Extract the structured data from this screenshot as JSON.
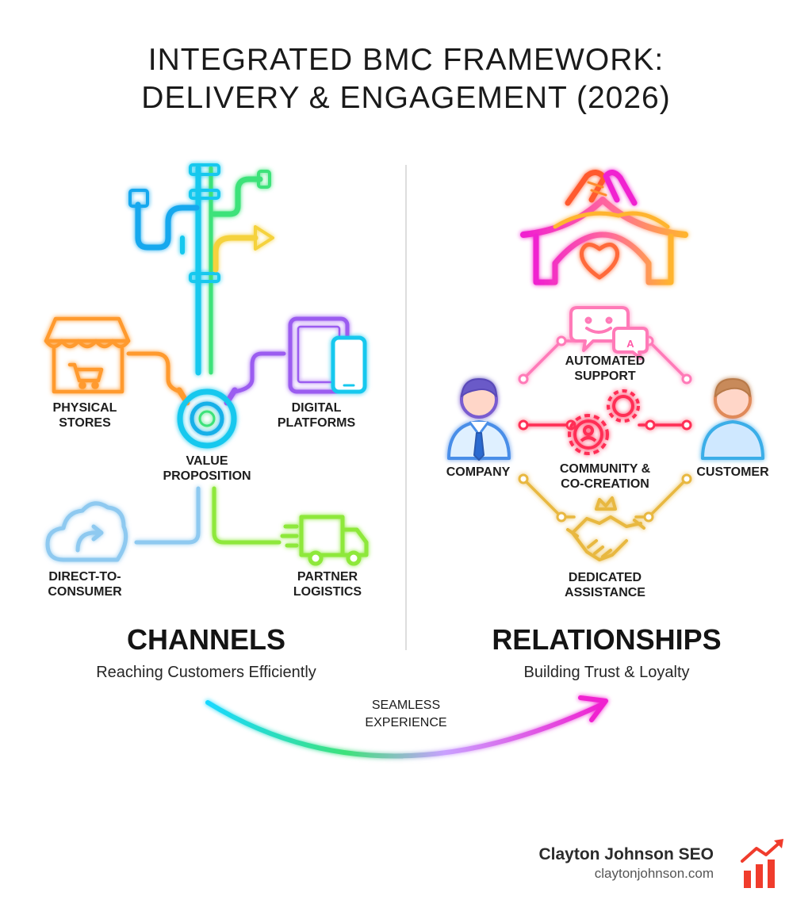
{
  "title": {
    "line1": "INTEGRATED BMC FRAMEWORK:",
    "line2": "DELIVERY & ENGAGEMENT (2026)"
  },
  "channels": {
    "heading": "CHANNELS",
    "subtitle": "Reaching Customers Efficiently",
    "hub": {
      "line1": "VALUE",
      "line2": "PROPOSITION"
    },
    "physical_stores": {
      "line1": "PHYSICAL",
      "line2": "STORES"
    },
    "digital_platforms": {
      "line1": "DIGITAL",
      "line2": "PLATFORMS"
    },
    "direct_to_consumer": {
      "line1": "DIRECT-TO-",
      "line2": "CONSUMER"
    },
    "partner_logistics": {
      "line1": "PARTNER",
      "line2": "LOGISTICS"
    }
  },
  "relationships": {
    "heading": "RELATIONSHIPS",
    "subtitle": "Building Trust & Loyalty",
    "company": "COMPANY",
    "customer": "CUSTOMER",
    "automated_support": {
      "line1": "AUTOMATED",
      "line2": "SUPPORT"
    },
    "community": {
      "line1": "COMMUNITY &",
      "line2": "CO-CREATION"
    },
    "dedicated_assistance": {
      "line1": "DEDICATED",
      "line2": "ASSISTANCE"
    },
    "chat_badge": "A"
  },
  "flow": {
    "line1": "SEAMLESS",
    "line2": "EXPERIENCE"
  },
  "brand": {
    "name": "Clayton Johnson SEO",
    "url": "claytonjohnson.com"
  },
  "colors": {
    "cyan": "#19c8ee",
    "green": "#3ee27a",
    "yellow": "#f5d23c",
    "orange": "#ff9a2e",
    "purple": "#9b5cf0",
    "light_blue": "#8ec9f0",
    "lime": "#8ee83a",
    "magenta": "#f020d0",
    "pink": "#ff7ab8",
    "red": "#ff2e55",
    "gold": "#e8b840",
    "brand_red": "#f03c2c"
  }
}
